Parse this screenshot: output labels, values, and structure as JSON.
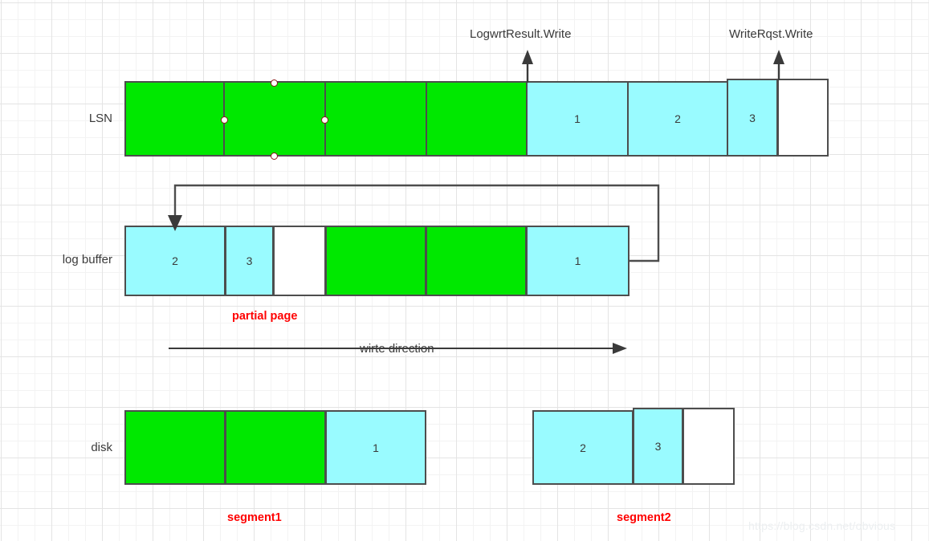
{
  "diagram": {
    "title_labels": {
      "logwrt_result": "LogwrtResult.Write",
      "write_rqst": "WriteRqst.Write"
    },
    "row_labels": {
      "lsn": "LSN",
      "log_buffer": "log buffer",
      "disk": "disk"
    },
    "annotations": {
      "partial_page": "partial page",
      "write_direction": "wirte direction",
      "segment1": "segment1",
      "segment2": "segment2"
    },
    "colors": {
      "green": "#00e800",
      "cyan": "#99fbff",
      "white": "#ffffff",
      "stroke": "#4d4d4d",
      "red": "#ff0000",
      "text": "#3a3a3a",
      "handle_border": "#8b1a1a"
    },
    "rows": {
      "lsn": {
        "cells": [
          {
            "label": "",
            "fill": "green"
          },
          {
            "label": "",
            "fill": "green"
          },
          {
            "label": "",
            "fill": "green"
          },
          {
            "label": "",
            "fill": "green"
          },
          {
            "label": "1",
            "fill": "cyan"
          },
          {
            "label": "2",
            "fill": "cyan"
          },
          {
            "label": "3",
            "fill": "cyan"
          },
          {
            "label": "",
            "fill": "white"
          }
        ]
      },
      "log_buffer": {
        "cells": [
          {
            "label": "2",
            "fill": "cyan"
          },
          {
            "label": "3",
            "fill": "cyan"
          },
          {
            "label": "",
            "fill": "white"
          },
          {
            "label": "",
            "fill": "green"
          },
          {
            "label": "",
            "fill": "green"
          },
          {
            "label": "1",
            "fill": "cyan"
          }
        ]
      },
      "disk_segment1": {
        "cells": [
          {
            "label": "",
            "fill": "green"
          },
          {
            "label": "",
            "fill": "green"
          },
          {
            "label": "1",
            "fill": "cyan"
          }
        ]
      },
      "disk_segment2": {
        "cells": [
          {
            "label": "2",
            "fill": "cyan"
          },
          {
            "label": "3",
            "fill": "cyan"
          },
          {
            "label": "",
            "fill": "white"
          }
        ]
      }
    },
    "watermark": "https://blog.csdn.net/obvious"
  }
}
